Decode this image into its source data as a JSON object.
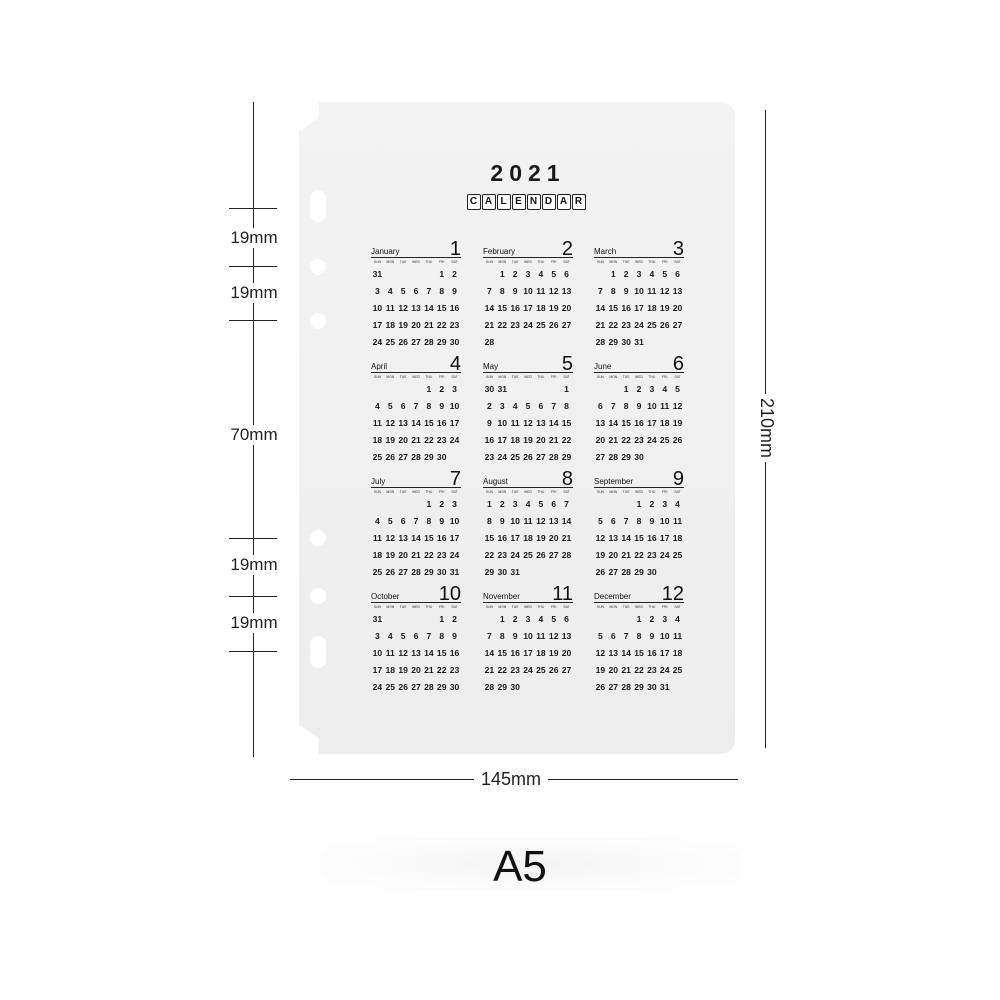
{
  "dimensions": {
    "left": [
      "19mm",
      "19mm",
      "70mm",
      "19mm",
      "19mm"
    ],
    "height": "210mm",
    "width": "145mm"
  },
  "calendar": {
    "year": "2021",
    "title_letters": [
      "C",
      "A",
      "L",
      "E",
      "N",
      "D",
      "A",
      "R"
    ],
    "weekdays": [
      "SUN",
      "MON",
      "TUE",
      "WED",
      "THU",
      "FRI",
      "SAT"
    ],
    "months": [
      {
        "name": "January",
        "num": "1",
        "weeks": [
          [
            "31",
            "",
            "",
            "",
            "",
            "1",
            "2"
          ],
          [
            "3",
            "4",
            "5",
            "6",
            "7",
            "8",
            "9"
          ],
          [
            "10",
            "11",
            "12",
            "13",
            "14",
            "15",
            "16"
          ],
          [
            "17",
            "18",
            "19",
            "20",
            "21",
            "22",
            "23"
          ],
          [
            "24",
            "25",
            "26",
            "27",
            "28",
            "29",
            "30"
          ]
        ]
      },
      {
        "name": "February",
        "num": "2",
        "weeks": [
          [
            "",
            "1",
            "2",
            "3",
            "4",
            "5",
            "6"
          ],
          [
            "7",
            "8",
            "9",
            "10",
            "11",
            "12",
            "13"
          ],
          [
            "14",
            "15",
            "16",
            "17",
            "18",
            "19",
            "20"
          ],
          [
            "21",
            "22",
            "23",
            "24",
            "25",
            "26",
            "27"
          ],
          [
            "28",
            "",
            "",
            "",
            "",
            "",
            ""
          ]
        ]
      },
      {
        "name": "March",
        "num": "3",
        "weeks": [
          [
            "",
            "1",
            "2",
            "3",
            "4",
            "5",
            "6"
          ],
          [
            "7",
            "8",
            "9",
            "10",
            "11",
            "12",
            "13"
          ],
          [
            "14",
            "15",
            "16",
            "17",
            "18",
            "19",
            "20"
          ],
          [
            "21",
            "22",
            "23",
            "24",
            "25",
            "26",
            "27"
          ],
          [
            "28",
            "29",
            "30",
            "31",
            "",
            "",
            ""
          ]
        ]
      },
      {
        "name": "April",
        "num": "4",
        "weeks": [
          [
            "",
            "",
            "",
            "",
            "1",
            "2",
            "3"
          ],
          [
            "4",
            "5",
            "6",
            "7",
            "8",
            "9",
            "10"
          ],
          [
            "11",
            "12",
            "13",
            "14",
            "15",
            "16",
            "17"
          ],
          [
            "18",
            "19",
            "20",
            "21",
            "22",
            "23",
            "24"
          ],
          [
            "25",
            "26",
            "27",
            "28",
            "29",
            "30",
            ""
          ]
        ]
      },
      {
        "name": "May",
        "num": "5",
        "weeks": [
          [
            "30",
            "31",
            "",
            "",
            "",
            "",
            "1"
          ],
          [
            "2",
            "3",
            "4",
            "5",
            "6",
            "7",
            "8"
          ],
          [
            "9",
            "10",
            "11",
            "12",
            "13",
            "14",
            "15"
          ],
          [
            "16",
            "17",
            "18",
            "19",
            "20",
            "21",
            "22"
          ],
          [
            "23",
            "24",
            "25",
            "26",
            "27",
            "28",
            "29"
          ]
        ]
      },
      {
        "name": "June",
        "num": "6",
        "weeks": [
          [
            "",
            "",
            "1",
            "2",
            "3",
            "4",
            "5"
          ],
          [
            "6",
            "7",
            "8",
            "9",
            "10",
            "11",
            "12"
          ],
          [
            "13",
            "14",
            "15",
            "16",
            "17",
            "18",
            "19"
          ],
          [
            "20",
            "21",
            "22",
            "23",
            "24",
            "25",
            "26"
          ],
          [
            "27",
            "28",
            "29",
            "30",
            "",
            "",
            ""
          ]
        ]
      },
      {
        "name": "July",
        "num": "7",
        "weeks": [
          [
            "",
            "",
            "",
            "",
            "1",
            "2",
            "3"
          ],
          [
            "4",
            "5",
            "6",
            "7",
            "8",
            "9",
            "10"
          ],
          [
            "11",
            "12",
            "13",
            "14",
            "15",
            "16",
            "17"
          ],
          [
            "18",
            "19",
            "20",
            "21",
            "22",
            "23",
            "24"
          ],
          [
            "25",
            "26",
            "27",
            "28",
            "29",
            "30",
            "31"
          ]
        ]
      },
      {
        "name": "August",
        "num": "8",
        "weeks": [
          [
            "1",
            "2",
            "3",
            "4",
            "5",
            "6",
            "7"
          ],
          [
            "8",
            "9",
            "10",
            "11",
            "12",
            "13",
            "14"
          ],
          [
            "15",
            "16",
            "17",
            "18",
            "19",
            "20",
            "21"
          ],
          [
            "22",
            "23",
            "24",
            "25",
            "26",
            "27",
            "28"
          ],
          [
            "29",
            "30",
            "31",
            "",
            "",
            "",
            ""
          ]
        ]
      },
      {
        "name": "September",
        "num": "9",
        "weeks": [
          [
            "",
            "",
            "",
            "1",
            "2",
            "3",
            "4"
          ],
          [
            "5",
            "6",
            "7",
            "8",
            "9",
            "10",
            "11"
          ],
          [
            "12",
            "13",
            "14",
            "15",
            "16",
            "17",
            "18"
          ],
          [
            "19",
            "20",
            "21",
            "22",
            "23",
            "24",
            "25"
          ],
          [
            "26",
            "27",
            "28",
            "29",
            "30",
            "",
            ""
          ]
        ]
      },
      {
        "name": "October",
        "num": "10",
        "weeks": [
          [
            "31",
            "",
            "",
            "",
            "",
            "1",
            "2"
          ],
          [
            "3",
            "4",
            "5",
            "6",
            "7",
            "8",
            "9"
          ],
          [
            "10",
            "11",
            "12",
            "13",
            "14",
            "15",
            "16"
          ],
          [
            "17",
            "18",
            "19",
            "20",
            "21",
            "22",
            "23"
          ],
          [
            "24",
            "25",
            "26",
            "27",
            "28",
            "29",
            "30"
          ]
        ]
      },
      {
        "name": "November",
        "num": "11",
        "weeks": [
          [
            "",
            "1",
            "2",
            "3",
            "4",
            "5",
            "6"
          ],
          [
            "7",
            "8",
            "9",
            "10",
            "11",
            "12",
            "13"
          ],
          [
            "14",
            "15",
            "16",
            "17",
            "18",
            "19",
            "20"
          ],
          [
            "21",
            "22",
            "23",
            "24",
            "25",
            "26",
            "27"
          ],
          [
            "28",
            "29",
            "30",
            "",
            "",
            "",
            ""
          ]
        ]
      },
      {
        "name": "December",
        "num": "12",
        "weeks": [
          [
            "",
            "",
            "",
            "1",
            "2",
            "3",
            "4"
          ],
          [
            "5",
            "6",
            "7",
            "8",
            "9",
            "10",
            "11"
          ],
          [
            "12",
            "13",
            "14",
            "15",
            "16",
            "17",
            "18"
          ],
          [
            "19",
            "20",
            "21",
            "22",
            "23",
            "24",
            "25"
          ],
          [
            "26",
            "27",
            "28",
            "29",
            "30",
            "31",
            ""
          ]
        ]
      }
    ]
  },
  "size_label": "A5"
}
